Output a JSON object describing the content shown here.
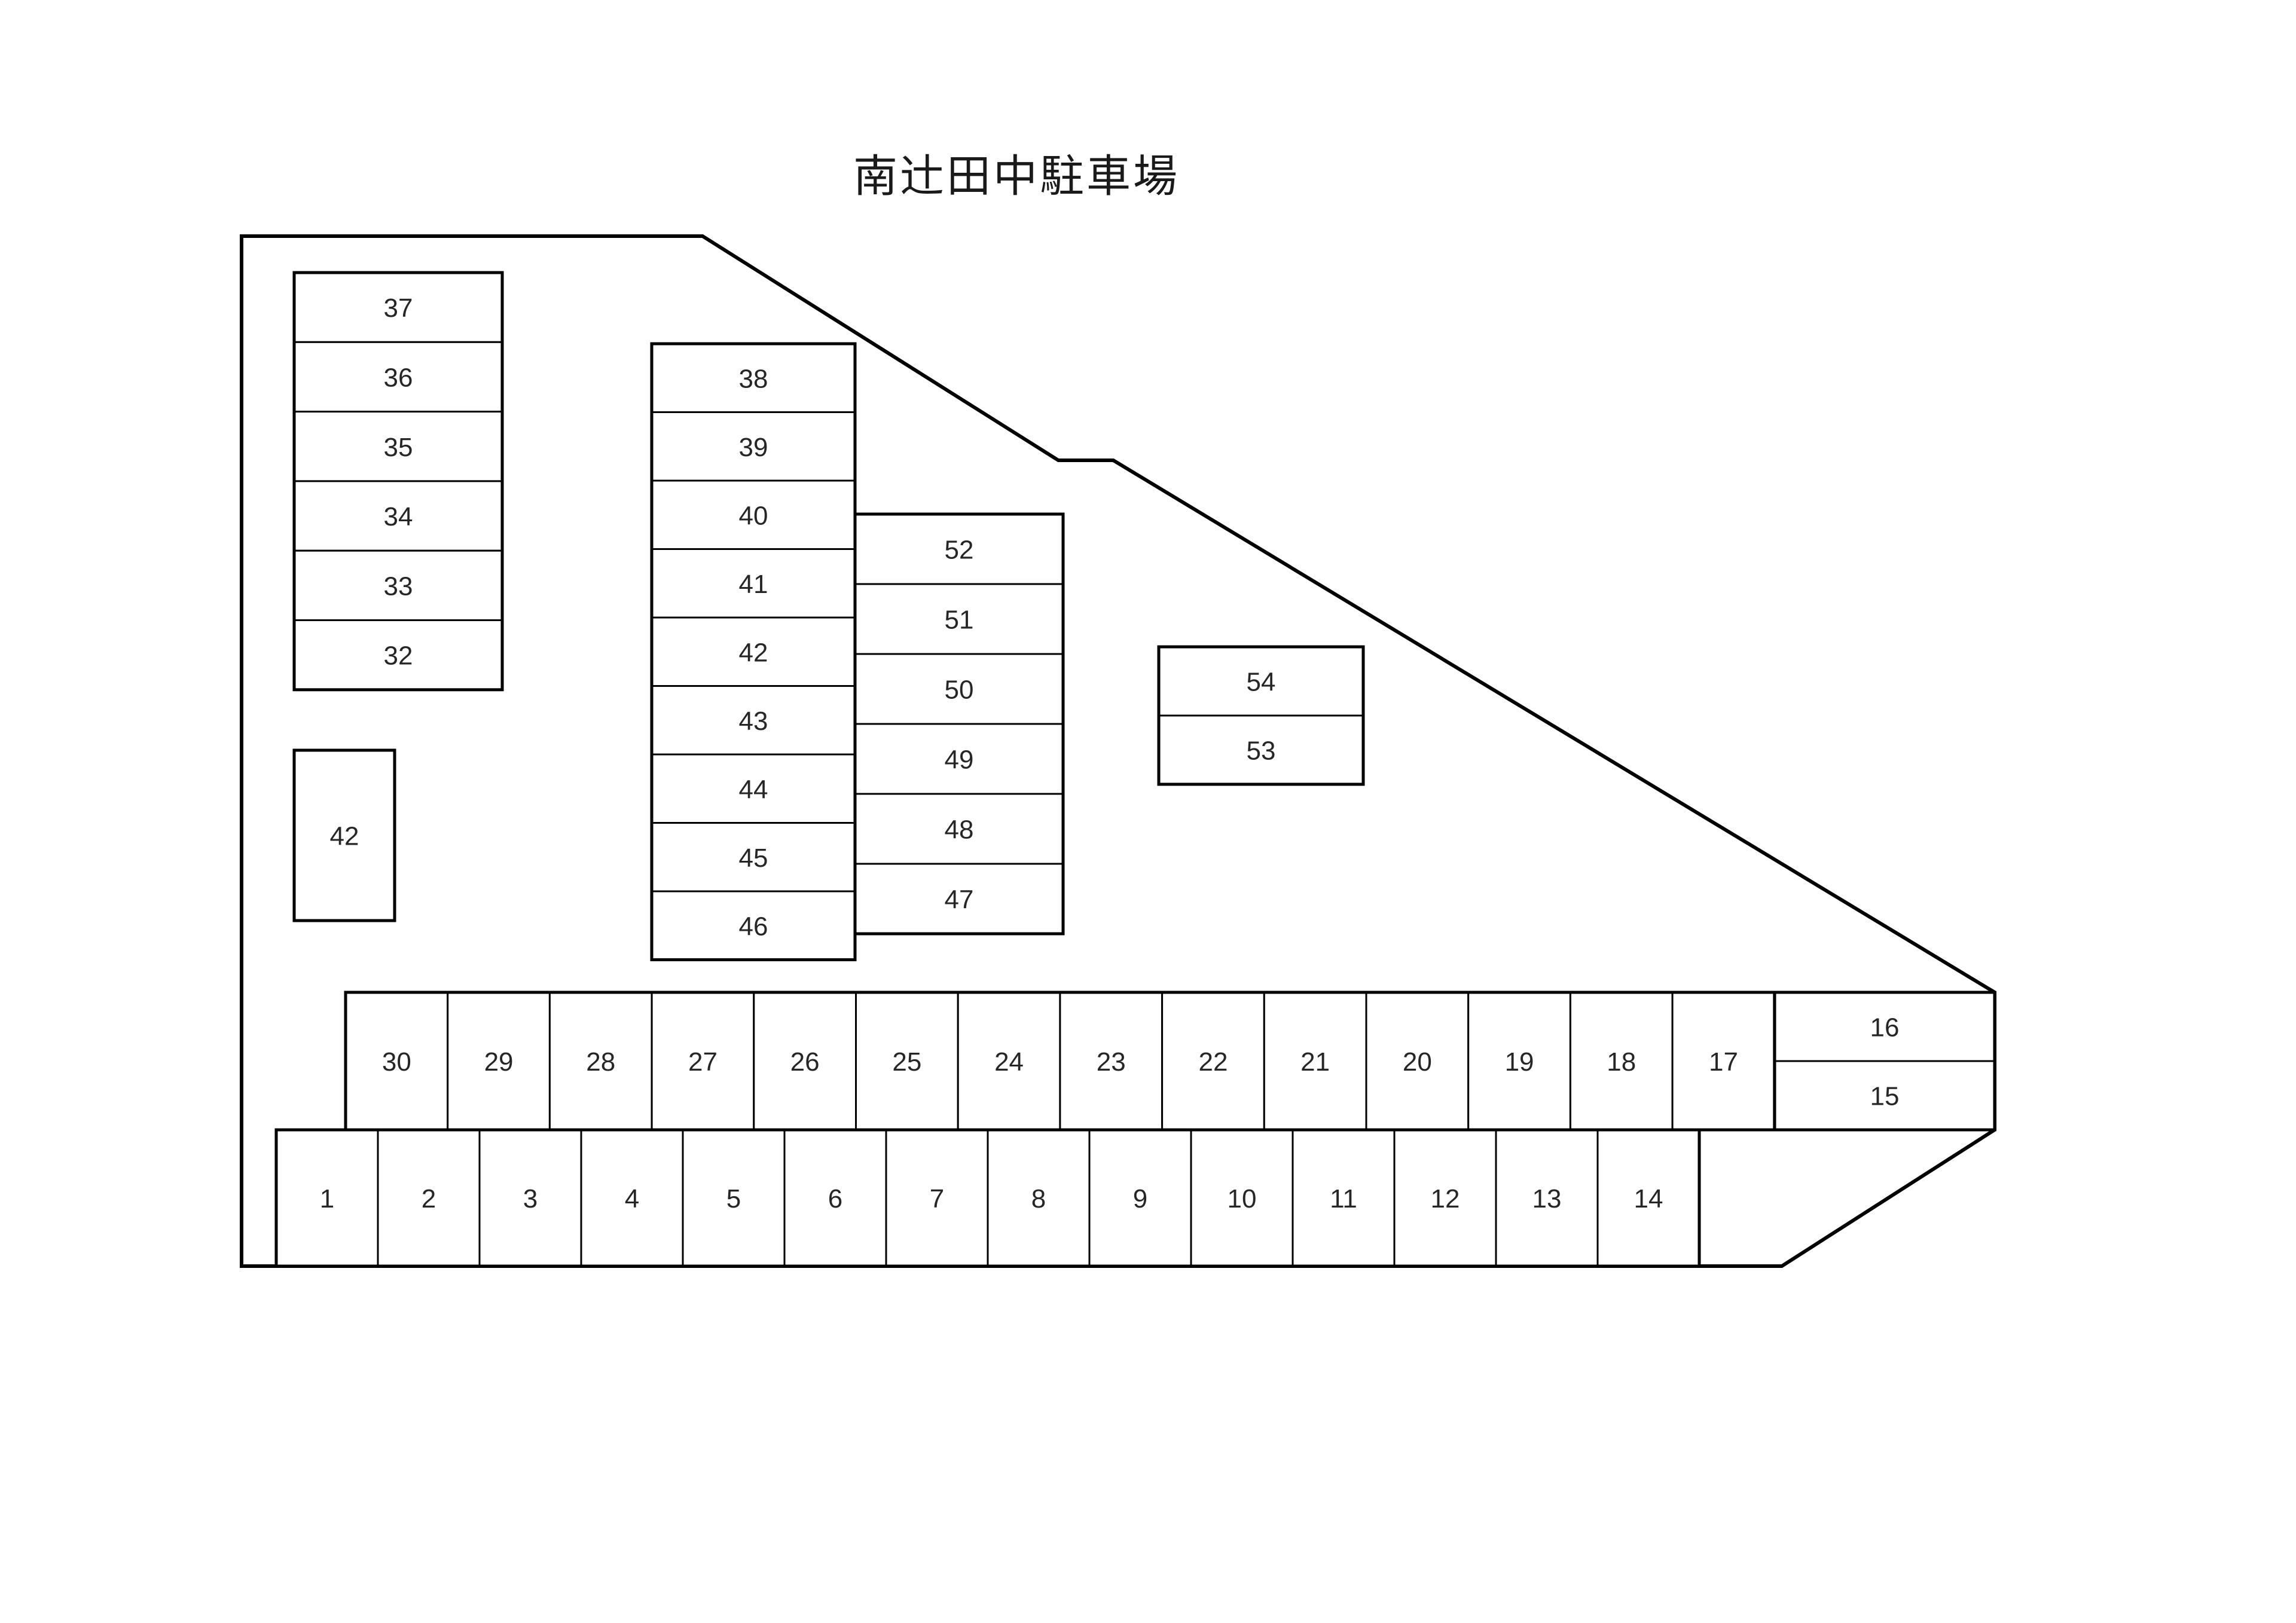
{
  "title": "南辻田中駐車場",
  "colors": {
    "background": "#ffffff",
    "line": "#000000",
    "text": "#262626"
  },
  "zones": {
    "left_column": {
      "name": "left-stall-column",
      "stalls": [
        "37",
        "36",
        "35",
        "34",
        "33",
        "32"
      ]
    },
    "middle_column": {
      "name": "middle-stall-column",
      "stalls": [
        "38",
        "39",
        "40",
        "41",
        "42",
        "43",
        "44",
        "45",
        "46"
      ]
    },
    "right_column": {
      "name": "inner-stall-column",
      "stalls": [
        "52",
        "51",
        "50",
        "49",
        "48",
        "47"
      ]
    },
    "pair_box": {
      "name": "east-stall-pair",
      "stalls": [
        "54",
        "53"
      ]
    },
    "single_box": {
      "name": "standalone-stall",
      "stalls": [
        "42"
      ]
    },
    "middle_row": {
      "name": "upper-stall-row",
      "stalls": [
        "30",
        "29",
        "28",
        "27",
        "26",
        "25",
        "24",
        "23",
        "22",
        "21",
        "20",
        "19",
        "18",
        "17"
      ]
    },
    "right_stack": {
      "name": "row-end-stack",
      "stalls": [
        "16",
        "15"
      ]
    },
    "bottom_row": {
      "name": "lower-stall-row",
      "stalls": [
        "1",
        "2",
        "3",
        "4",
        "5",
        "6",
        "7",
        "8",
        "9",
        "10",
        "11",
        "12",
        "13",
        "14"
      ]
    }
  }
}
